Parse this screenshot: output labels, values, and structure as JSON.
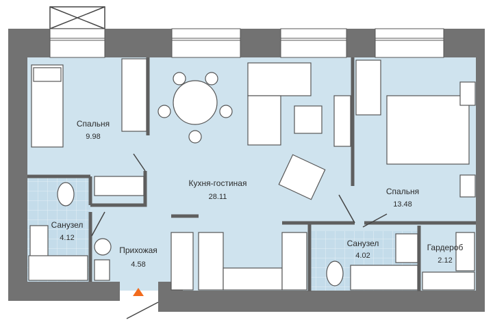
{
  "plan": {
    "colors": {
      "floor": "#cfe3ee",
      "wall": "#727272",
      "entrance_marker": "#f26b1d"
    },
    "rooms": [
      {
        "name": "Спальня",
        "area": "9.98"
      },
      {
        "name": "Кухня-гостиная",
        "area": "28.11"
      },
      {
        "name": "Спальня",
        "area": "13.48"
      },
      {
        "name": "Санузел",
        "area": "4.12"
      },
      {
        "name": "Прихожая",
        "area": "4.58"
      },
      {
        "name": "Санузел",
        "area": "4.02"
      },
      {
        "name": "Гардероб",
        "area": "2.12"
      }
    ],
    "entrance_icon": "triangle-up-icon"
  }
}
